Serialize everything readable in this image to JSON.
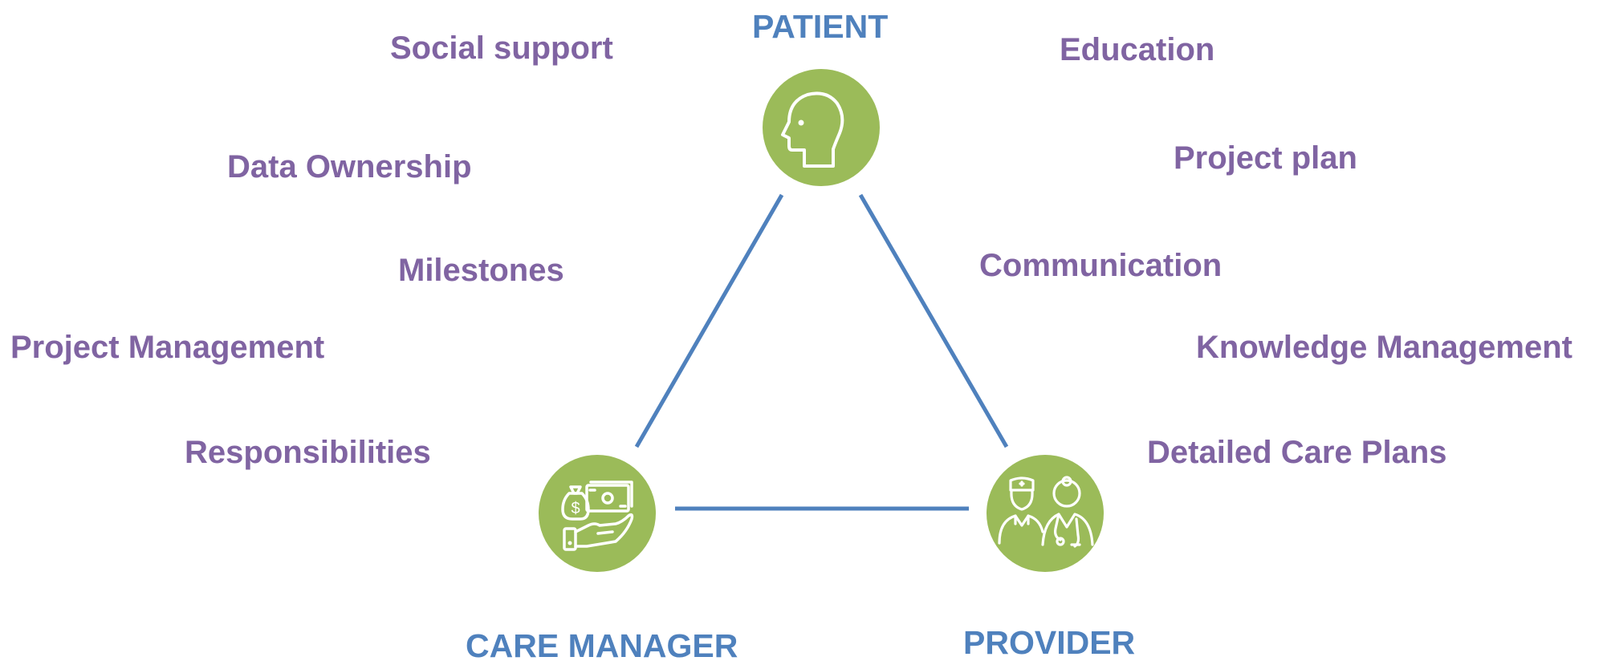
{
  "roles": {
    "patient": "PATIENT",
    "care_manager": "CARE MANAGER",
    "provider": "PROVIDER"
  },
  "topics_left": {
    "social_support": "Social support",
    "data_ownership": "Data Ownership",
    "milestones": "Milestones",
    "project_management": "Project Management",
    "responsibilities": "Responsibilities"
  },
  "topics_right": {
    "education": "Education",
    "project_plan": "Project plan",
    "communication": "Communication",
    "knowledge_management": "Knowledge Management",
    "detailed_care_plans": "Detailed Care Plans"
  },
  "icons": {
    "patient": "head-profile-icon",
    "care_manager": "money-hand-icon",
    "provider": "medical-staff-icon"
  },
  "colors": {
    "role_text": "#4f81bd",
    "topic_text": "#8064a2",
    "node_fill": "#9bbb59",
    "connector": "#4f81bd"
  }
}
